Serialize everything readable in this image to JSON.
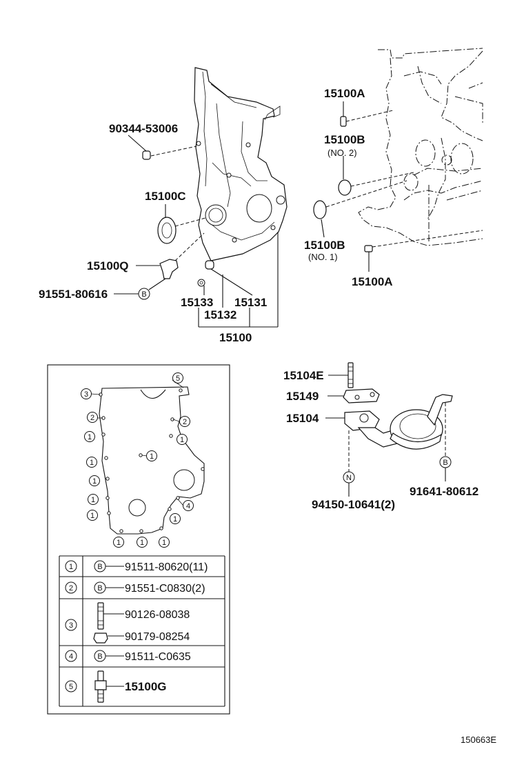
{
  "figure_id": "150663E",
  "upper_left": {
    "labels": {
      "p90344": "90344-53006",
      "p15100C": "15100C",
      "p15100Q": "15100Q",
      "p91551_80616": "91551-80616",
      "p15133": "15133",
      "p15131": "15131",
      "p15132": "15132",
      "p15100": "15100"
    },
    "bolt_letter": "B"
  },
  "upper_right": {
    "labels": {
      "p15100A_top": "15100A",
      "p15100B_no2": "15100B",
      "no2": "(NO. 2)",
      "p15100B_no1": "15100B",
      "no1": "(NO. 1)",
      "p15100A_bot": "15100A"
    }
  },
  "oil_strainer": {
    "labels": {
      "p15104E": "15104E",
      "p15149": "15149",
      "p15104": "15104",
      "p94150": "94150-10641(2)",
      "p91641": "91641-80612"
    },
    "letters": {
      "n": "N",
      "b": "B"
    }
  },
  "inset": {
    "circle_numbers": [
      "1",
      "2",
      "3",
      "4",
      "5"
    ],
    "legend": [
      {
        "num": "1",
        "letter": "B",
        "part": "91511-80620(11)"
      },
      {
        "num": "2",
        "letter": "B",
        "part": "91551-C0830(2)"
      },
      {
        "num": "3",
        "part_a": "90126-08038",
        "part_b": "90179-08254"
      },
      {
        "num": "4",
        "letter": "B",
        "part": "91511-C0635"
      },
      {
        "num": "5",
        "part": "15100G"
      }
    ]
  }
}
